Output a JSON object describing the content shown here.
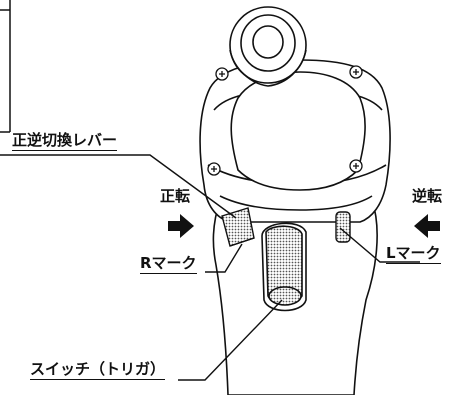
{
  "labels": {
    "lever": "正逆切換レバー",
    "forward": "正転",
    "reverse": "逆転",
    "r_mark": "Rマーク",
    "l_mark": "Lマーク",
    "switch": "スイッチ（トリガ）"
  },
  "colors": {
    "ink": "#111111",
    "paper": "#ffffff",
    "shade": "#9a9a9a"
  },
  "icons": {
    "forward_arrow": "arrow-right-icon",
    "reverse_arrow": "arrow-left-icon"
  }
}
